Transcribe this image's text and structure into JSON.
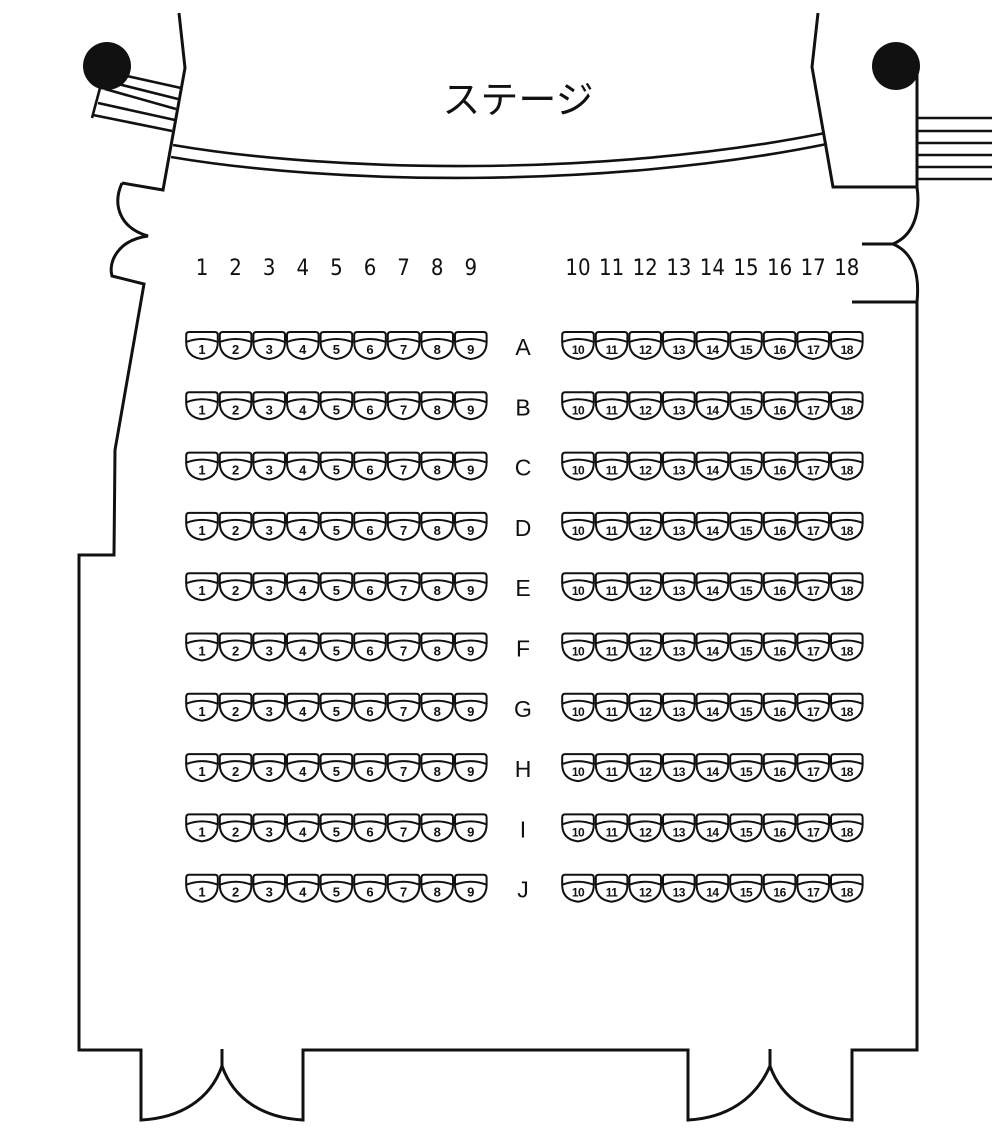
{
  "stage": {
    "label": "ステージ"
  },
  "column_headers": {
    "left": [
      "1",
      "2",
      "3",
      "4",
      "5",
      "6",
      "7",
      "8",
      "9"
    ],
    "right": [
      "10",
      "11",
      "12",
      "13",
      "14",
      "15",
      "16",
      "17",
      "18"
    ]
  },
  "rows": [
    {
      "letter": "A",
      "left_seats": [
        "1",
        "2",
        "3",
        "4",
        "5",
        "6",
        "7",
        "8",
        "9"
      ],
      "right_seats": [
        "10",
        "11",
        "12",
        "13",
        "14",
        "15",
        "16",
        "17",
        "18"
      ]
    },
    {
      "letter": "B",
      "left_seats": [
        "1",
        "2",
        "3",
        "4",
        "5",
        "6",
        "7",
        "8",
        "9"
      ],
      "right_seats": [
        "10",
        "11",
        "12",
        "13",
        "14",
        "15",
        "16",
        "17",
        "18"
      ]
    },
    {
      "letter": "C",
      "left_seats": [
        "1",
        "2",
        "3",
        "4",
        "5",
        "6",
        "7",
        "8",
        "9"
      ],
      "right_seats": [
        "10",
        "11",
        "12",
        "13",
        "14",
        "15",
        "16",
        "17",
        "18"
      ]
    },
    {
      "letter": "D",
      "left_seats": [
        "1",
        "2",
        "3",
        "4",
        "5",
        "6",
        "7",
        "8",
        "9"
      ],
      "right_seats": [
        "10",
        "11",
        "12",
        "13",
        "14",
        "15",
        "16",
        "17",
        "18"
      ]
    },
    {
      "letter": "E",
      "left_seats": [
        "1",
        "2",
        "3",
        "4",
        "5",
        "6",
        "7",
        "8",
        "9"
      ],
      "right_seats": [
        "10",
        "11",
        "12",
        "13",
        "14",
        "15",
        "16",
        "17",
        "18"
      ]
    },
    {
      "letter": "F",
      "left_seats": [
        "1",
        "2",
        "3",
        "4",
        "5",
        "6",
        "7",
        "8",
        "9"
      ],
      "right_seats": [
        "10",
        "11",
        "12",
        "13",
        "14",
        "15",
        "16",
        "17",
        "18"
      ]
    },
    {
      "letter": "G",
      "left_seats": [
        "1",
        "2",
        "3",
        "4",
        "5",
        "6",
        "7",
        "8",
        "9"
      ],
      "right_seats": [
        "10",
        "11",
        "12",
        "13",
        "14",
        "15",
        "16",
        "17",
        "18"
      ]
    },
    {
      "letter": "H",
      "left_seats": [
        "1",
        "2",
        "3",
        "4",
        "5",
        "6",
        "7",
        "8",
        "9"
      ],
      "right_seats": [
        "10",
        "11",
        "12",
        "13",
        "14",
        "15",
        "16",
        "17",
        "18"
      ]
    },
    {
      "letter": "I",
      "left_seats": [
        "1",
        "2",
        "3",
        "4",
        "5",
        "6",
        "7",
        "8",
        "9"
      ],
      "right_seats": [
        "10",
        "11",
        "12",
        "13",
        "14",
        "15",
        "16",
        "17",
        "18"
      ]
    },
    {
      "letter": "J",
      "left_seats": [
        "1",
        "2",
        "3",
        "4",
        "5",
        "6",
        "7",
        "8",
        "9"
      ],
      "right_seats": [
        "10",
        "11",
        "12",
        "13",
        "14",
        "15",
        "16",
        "17",
        "18"
      ]
    }
  ],
  "icons": {
    "left_spotlight": "filled-circle",
    "right_spotlight": "filled-circle",
    "left_stairs": "stairs",
    "right_stairs": "stairs",
    "left_door": "double-door",
    "right_door": "double-door"
  },
  "colors": {
    "line": "#111111",
    "background": "#ffffff"
  }
}
